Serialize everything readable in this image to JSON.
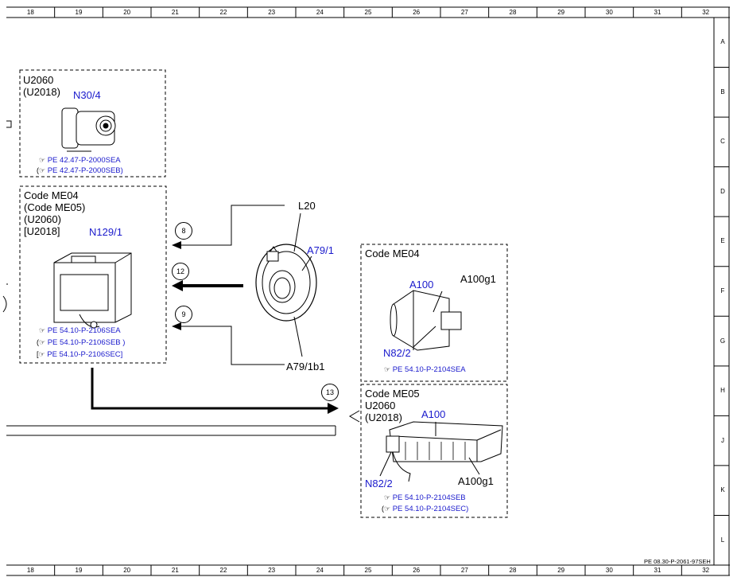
{
  "grid": {
    "columns": [
      "18",
      "19",
      "20",
      "21",
      "22",
      "23",
      "24",
      "25",
      "26",
      "27",
      "28",
      "29",
      "30",
      "31",
      "32"
    ],
    "rows": [
      "A",
      "B",
      "C",
      "D",
      "E",
      "F",
      "G",
      "H",
      "J",
      "K",
      "L"
    ]
  },
  "footer_code": "PE 08.30-P-2061-97SEH",
  "box1": {
    "lines": [
      "U2060",
      "(U2018)"
    ],
    "component": "N30/4",
    "refs": [
      "PE 42.47-P-2000SEA",
      "PE 42.47-P-2000SEB)"
    ],
    "ref_prefix": [
      "",
      "("
    ]
  },
  "box2": {
    "lines": [
      "Code ME04",
      "(Code ME05)",
      "(U2060)",
      "[U2018]"
    ],
    "component": "N129/1",
    "refs": [
      "PE 54.10-P-2106SEA",
      "PE 54.10-P-2106SEB )",
      "PE 54.10-P-2106SEC]"
    ],
    "ref_prefix": [
      "",
      "(",
      "["
    ]
  },
  "center": {
    "component_top": "L20",
    "component_blue": "A79/1",
    "component_bottom": "A79/1b1"
  },
  "arrows": [
    "8",
    "12",
    "9",
    "13"
  ],
  "box3": {
    "title": "Code ME04",
    "component": "A100",
    "part1": "A100g1",
    "part2": "N82/2",
    "refs": [
      "PE 54.10-P-2104SEA"
    ]
  },
  "box4": {
    "lines": [
      "Code ME05",
      "U2060",
      "(U2018)"
    ],
    "component": "A100",
    "part1": "N82/2",
    "part2": "A100g1",
    "refs": [
      "PE 54.10-P-2104SEB",
      "PE 54.10-P-2104SEC)"
    ],
    "ref_prefix": [
      "",
      "("
    ]
  },
  "hand_icon": "pointing-hand-icon",
  "colors": {
    "label_blue": "#1a1acc",
    "line": "#000000"
  }
}
